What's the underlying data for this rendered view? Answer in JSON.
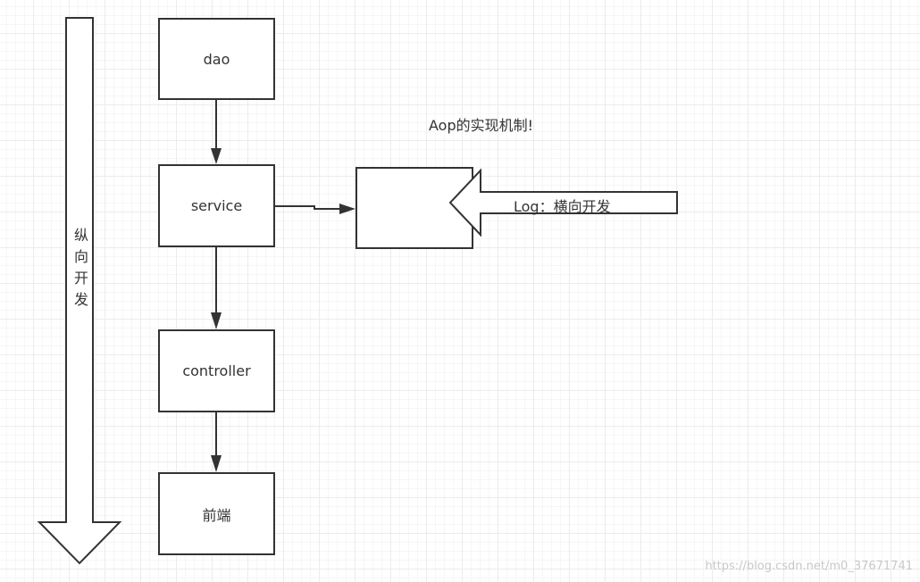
{
  "diagram": {
    "vertical_arrow_label": "纵向开发",
    "boxes": {
      "dao": "dao",
      "service": "service",
      "controller": "controller",
      "frontend": "前端",
      "aop_target": ""
    },
    "aop_title": "Aop的实现机制!",
    "horizontal_arrow_label": "Log：横向开发"
  },
  "watermark": "https://blog.csdn.net/m0_37671741",
  "colors": {
    "stroke": "#333333",
    "grid": "#ececec",
    "background": "#ffffff"
  }
}
